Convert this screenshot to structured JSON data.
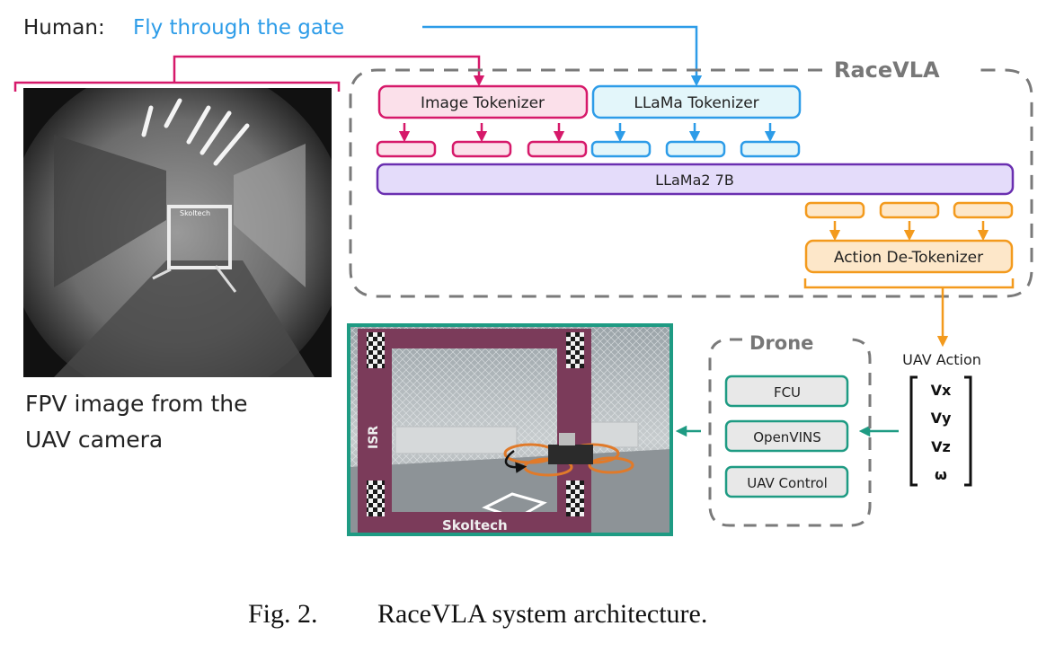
{
  "human": {
    "prefix": "Human:",
    "command": "Fly through the gate"
  },
  "racevla": {
    "title": "RaceVLA",
    "image_tokenizer": "Image Tokenizer",
    "llama_tokenizer": "LLaMa Tokenizer",
    "llm": "LLaMa2 7B",
    "action_detokenizer": "Action De-Tokenizer"
  },
  "fpv": {
    "caption_line1": "FPV image from the",
    "caption_line2": "UAV camera",
    "gate_text": "Skoltech"
  },
  "drone": {
    "title": "Drone",
    "fcu": "FCU",
    "openvins": "OpenVINS",
    "uav_control": "UAV Control"
  },
  "uav_action": {
    "title": "UAV Action",
    "components": [
      "Vx",
      "Vy",
      "Vz",
      "ω"
    ]
  },
  "scene": {
    "gate_side_text": "ISR",
    "gate_bottom_text": "Skoltech"
  },
  "figure_caption": {
    "number": "Fig. 2.",
    "text": "RaceVLA system architecture."
  },
  "colors": {
    "pink": "#d6196a",
    "pink_fill": "#fbe0ea",
    "blue": "#2d9ce8",
    "blue_fill": "#e3f6fa",
    "purple": "#6a2fb0",
    "purple_fill": "#e4dcfa",
    "orange": "#f39a1d",
    "orange_fill": "#fde7c9",
    "green": "#1e9b83",
    "dash_gray": "#7a7a7a",
    "light_fill": "#e8e8e8"
  }
}
